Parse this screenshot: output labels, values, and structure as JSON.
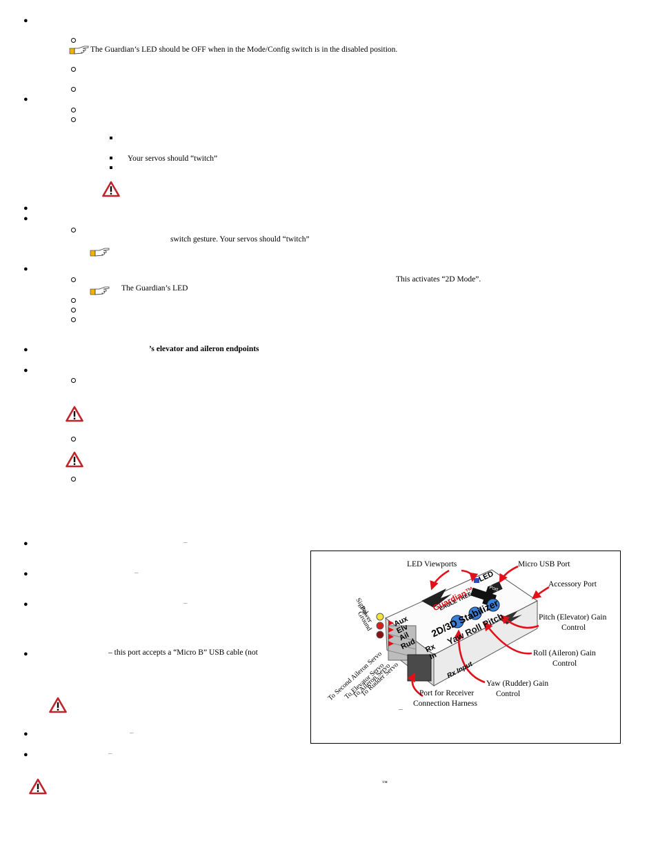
{
  "text": {
    "led_off_note": "The Guardian’s LED should be OFF when in the Mode/Config switch is in the disabled position.",
    "servos_twitch": "Your servos should “twitch”",
    "switch_gesture": "switch gesture. Your servos should “twitch”",
    "activates_2d": "This activates “2D Mode”.",
    "guardian_led": "The Guardian’s LED",
    "endpoints_bold": "’s elevator and aileron endpoints",
    "usb_port_desc": "– this port accepts a “Micro B” USB cable (not",
    "dash": "–",
    "tm": "™"
  },
  "figure": {
    "labels": {
      "led_viewports": "LED Viewports",
      "micro_usb_port": "Micro USB Port",
      "accessory_port": "Accessory Port",
      "pitch_gain_1": "Pitch (Elevator) Gain",
      "pitch_gain_2": "Control",
      "roll_gain_1": "Roll (Aileron) Gain",
      "roll_gain_2": "Control",
      "yaw_gain_1": "Yaw (Rudder) Gain",
      "yaw_gain_2": "Control",
      "rx_port_1": "Port for Receiver",
      "rx_port_2": "Connection Harness",
      "signal": "Signal",
      "power": "Power",
      "ground": "Ground",
      "to_second_aileron": "To Second Aileron Servo",
      "to_elevator": "To Elevator Servo",
      "to_aileron": "To Aileron Servo",
      "to_rudder": "To Rudder Servo"
    },
    "device_text": {
      "led": "LED",
      "aux": "Aux",
      "elv": "Elv",
      "ail": "Ail",
      "rud": "Rud",
      "rx": "Rx",
      "in": "In",
      "brand": "EAGLE TREE",
      "product": "Guardian™",
      "stabilizer": "2D/3D Stabilizer",
      "knobs": "Yaw Roll Pitch",
      "rx_input": "Rx Input",
      "port": "Port"
    },
    "caption_dash": "–",
    "colors": {
      "arrow": "#e3101a",
      "signal_dot": "#f3e63a",
      "power_dot": "#d81e1e",
      "ground_dot": "#8c1010",
      "knob": "#3a7fd6"
    }
  }
}
